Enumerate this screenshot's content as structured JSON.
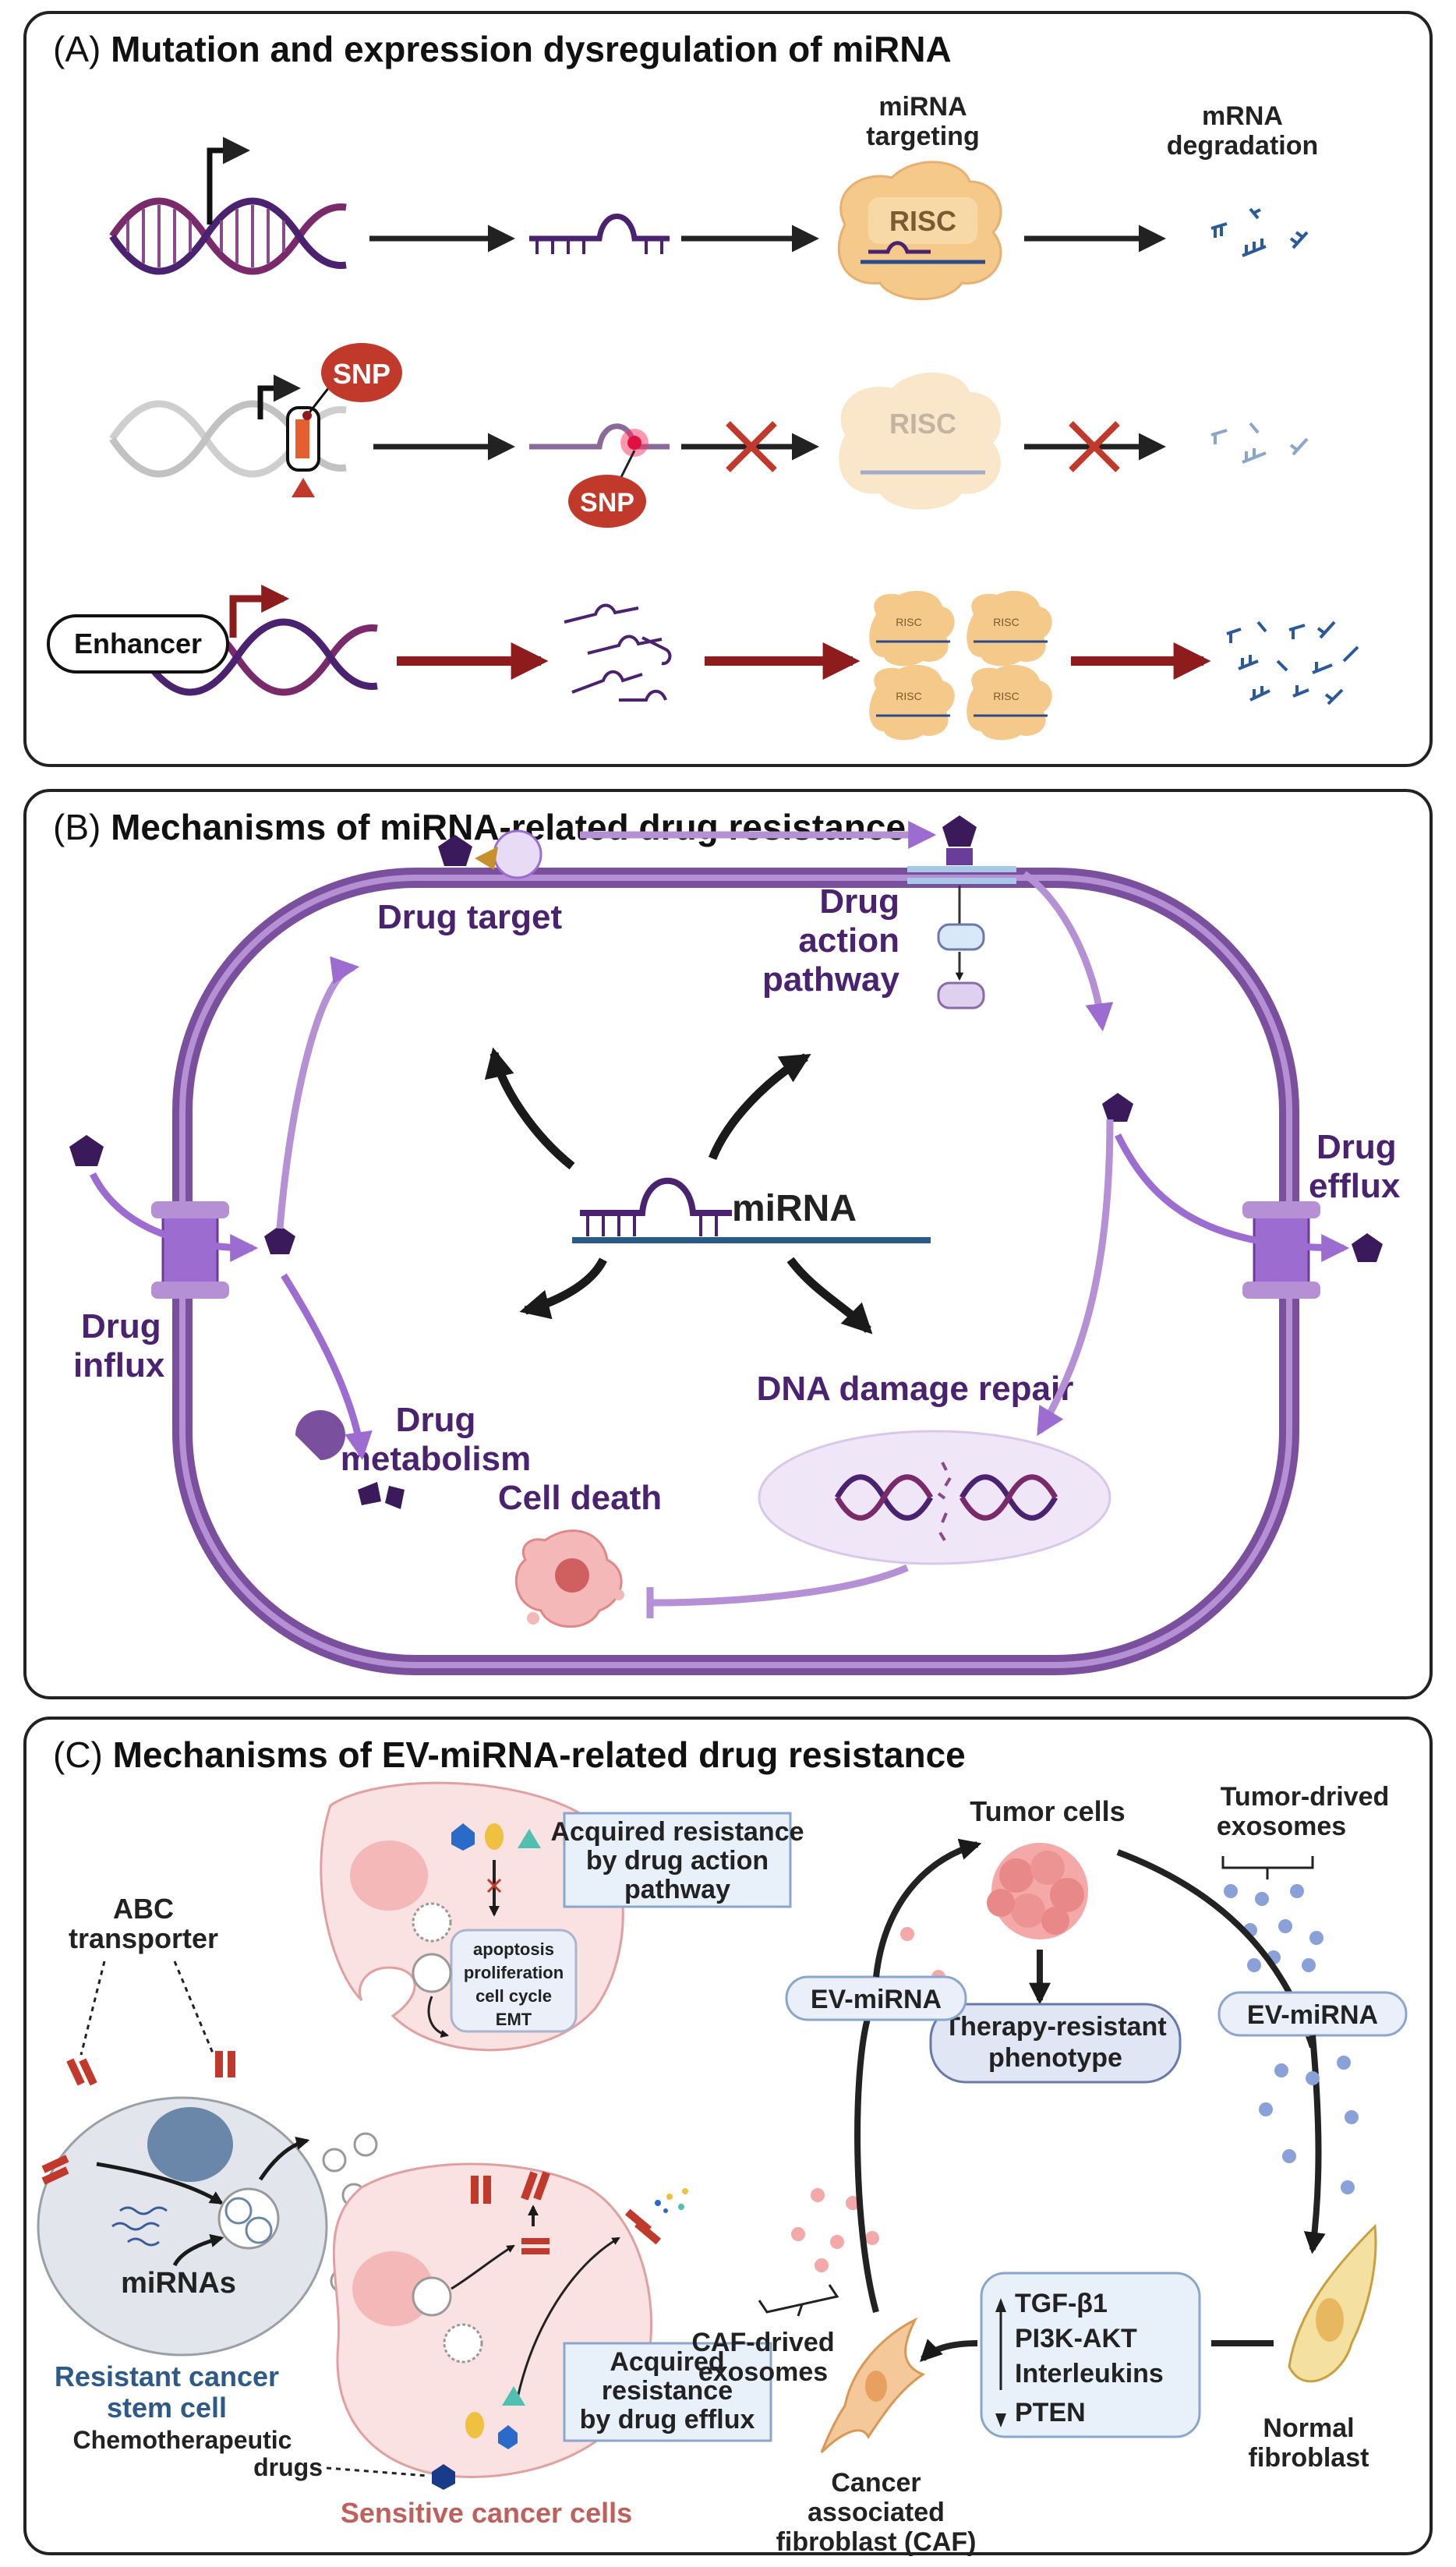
{
  "panels": {
    "a": {
      "letter": "(A)",
      "title": "Mutation and expression dysregulation of miRNA"
    },
    "b": {
      "letter": "(B)",
      "title": "Mechanisms of miRNA-related drug resistance"
    },
    "c": {
      "letter": "(C)",
      "title": "Mechanisms of EV-miRNA-related drug resistance"
    }
  },
  "a": {
    "mirna_targeting_1": "miRNA",
    "mirna_targeting_2": "targeting",
    "mrna_degradation_1": "mRNA",
    "mrna_degradation_2": "degradation",
    "risc": "RISC",
    "snp": "SNP",
    "enhancer": "Enhancer"
  },
  "b": {
    "drug_target": "Drug target",
    "drug_action_1": "Drug",
    "drug_action_2": "action",
    "drug_action_3": "pathway",
    "drug_efflux_1": "Drug",
    "drug_efflux_2": "efflux",
    "drug_influx_1": "Drug",
    "drug_influx_2": "influx",
    "mirna": "miRNA",
    "drug_metabolism_1": "Drug",
    "drug_metabolism_2": "metabolism",
    "dna_damage_repair": "DNA damage repair",
    "cell_death": "Cell death"
  },
  "c": {
    "abc_1": "ABC",
    "abc_2": "transporter",
    "mirnas": "miRNAs",
    "resistant_1": "Resistant cancer",
    "resistant_2": "stem cell",
    "acq_action_1": "Acquired resistance",
    "acq_action_2": "by drug action",
    "acq_action_3": "pathway",
    "process_1": "apoptosis",
    "process_2": "proliferation",
    "process_3": "cell cycle",
    "process_4": "EMT",
    "acq_efflux_1": "Acquired",
    "acq_efflux_2": "resistance",
    "acq_efflux_3": "by drug efflux",
    "chemo_1": "Chemotherapeutic",
    "chemo_2": "drugs",
    "sensitive": "Sensitive cancer cells",
    "tumor_cells": "Tumor cells",
    "tumor_exo_1": "Tumor-drived",
    "tumor_exo_2": "exosomes",
    "ev_mirna_left": "EV-miRNA",
    "ev_mirna_right": "EV-miRNA",
    "therapy_1": "Therapy-resistant",
    "therapy_2": "phenotype",
    "caf_exo_1": "CAF-drived",
    "caf_exo_2": "exosomes",
    "caf_1": "Cancer",
    "caf_2": "associated",
    "caf_3": "fibroblast (CAF)",
    "signal_1": "TGF-β1",
    "signal_2": "PI3K-AKT",
    "signal_3": "Interleukins",
    "signal_4": "PTEN",
    "normal_1": "Normal",
    "normal_2": "fibroblast"
  },
  "colors": {
    "purple_dark": "#4a2270",
    "purple_mid": "#9d6cd0",
    "dark_red": "#8e1c1c",
    "blue_text": "#2e5a8a",
    "salmon_text": "#c0605a",
    "risc_fill": "#f4c98a",
    "snp_fill": "#c0392b"
  }
}
